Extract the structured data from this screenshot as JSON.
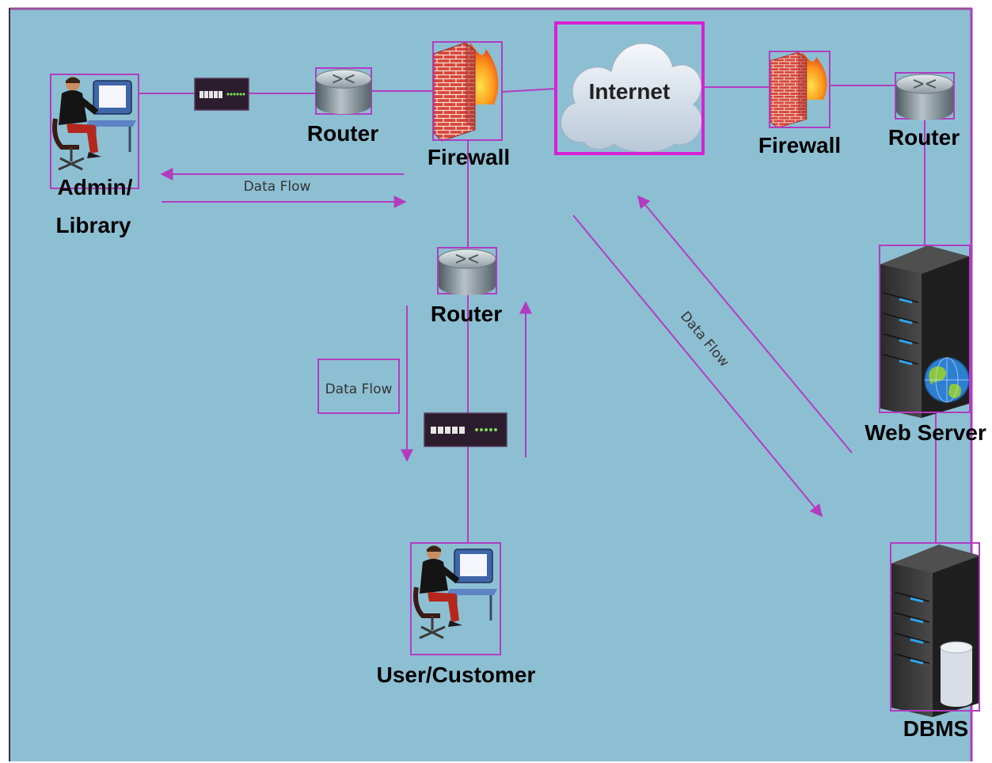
{
  "diagram": {
    "nodes": {
      "admin": {
        "label_line1": "Admin/",
        "label_line2": "Library"
      },
      "router_left": {
        "label": "Router"
      },
      "firewall_left": {
        "label": "Firewall"
      },
      "internet": {
        "label": "Internet"
      },
      "firewall_right": {
        "label": "Firewall"
      },
      "router_right": {
        "label": "Router"
      },
      "router_center": {
        "label": "Router"
      },
      "web_server": {
        "label": "Web Server"
      },
      "user": {
        "label": "User/Customer"
      },
      "dbms": {
        "label": "DBMS"
      }
    },
    "flows": {
      "top": "Data Flow",
      "center": "Data Flow",
      "diagonal": "Data Flow"
    },
    "colors": {
      "background": "#8dbfd3",
      "connector": "#b23cc0",
      "highlight_border": "#d621d6"
    }
  }
}
